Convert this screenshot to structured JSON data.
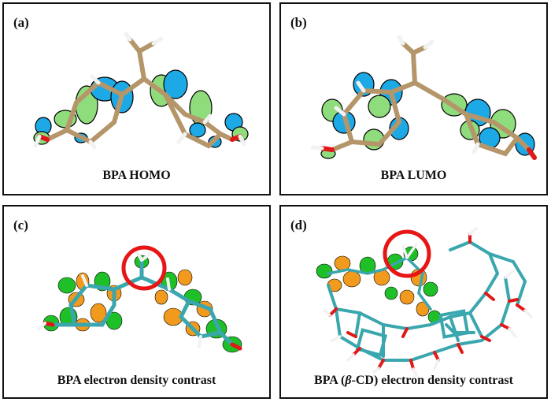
{
  "panels": [
    {
      "id": "a",
      "label": "(a)",
      "caption": "BPA HOMO",
      "lobe_colors": [
        "#1ca9e6",
        "#8fdc7c"
      ]
    },
    {
      "id": "b",
      "label": "(b)",
      "caption": "BPA LUMO",
      "lobe_colors": [
        "#1ca9e6",
        "#8fdc7c"
      ]
    },
    {
      "id": "c",
      "label": "(c)",
      "caption": "BPA electron density contrast",
      "lobe_colors": [
        "#f29a1e",
        "#1fbf28"
      ]
    },
    {
      "id": "d",
      "label": "(d)",
      "caption_prefix": "BPA (",
      "caption_greek": "β",
      "caption_suffix": "-CD) electron density contrast",
      "lobe_colors": [
        "#f29a1e",
        "#1fbf28"
      ]
    }
  ],
  "colors": {
    "bond_bpa": "#b5966a",
    "bond_cd": "#3aa6ad",
    "oxygen": "#e01818",
    "hydrogen": "#f2f2f2",
    "highlight_circle": "#e81515"
  }
}
